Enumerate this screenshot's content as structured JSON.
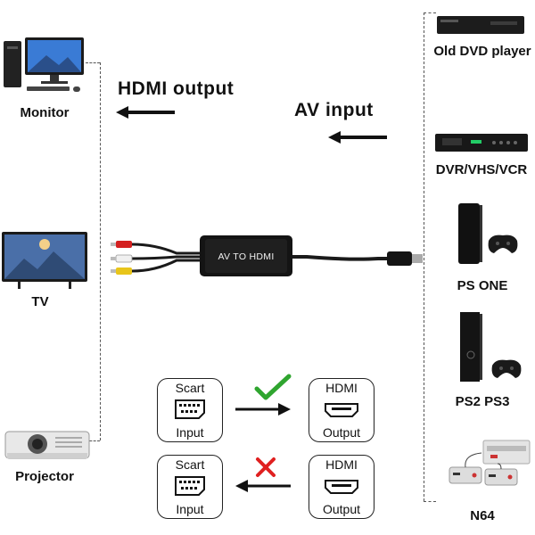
{
  "titles": {
    "hdmi_output": "HDMI output",
    "av_input": "AV input"
  },
  "adapter": {
    "label": "AV TO HDMI"
  },
  "outputs": [
    {
      "label": "Monitor",
      "icon": "monitor-icon"
    },
    {
      "label": "TV",
      "icon": "tv-icon"
    },
    {
      "label": "Projector",
      "icon": "projector-icon"
    }
  ],
  "inputs": [
    {
      "label": "Old DVD player",
      "icon": "dvd-player-icon"
    },
    {
      "label": "DVR/VHS/VCR",
      "icon": "dvr-icon"
    },
    {
      "label": "PS ONE",
      "icon": "console-icon"
    },
    {
      "label": "PS2 PS3",
      "icon": "console-icon"
    },
    {
      "label": "N64",
      "icon": "retro-console-icon"
    }
  ],
  "compatibility": [
    {
      "from_top": "Scart",
      "from_bottom": "Input",
      "to_top": "HDMI",
      "to_bottom": "Output",
      "direction": "right",
      "supported": true,
      "mark_color": "#2fa52f"
    },
    {
      "from_top": "Scart",
      "from_bottom": "Input",
      "to_top": "HDMI",
      "to_bottom": "Output",
      "direction": "left",
      "supported": false,
      "mark_color": "#e02020"
    }
  ]
}
